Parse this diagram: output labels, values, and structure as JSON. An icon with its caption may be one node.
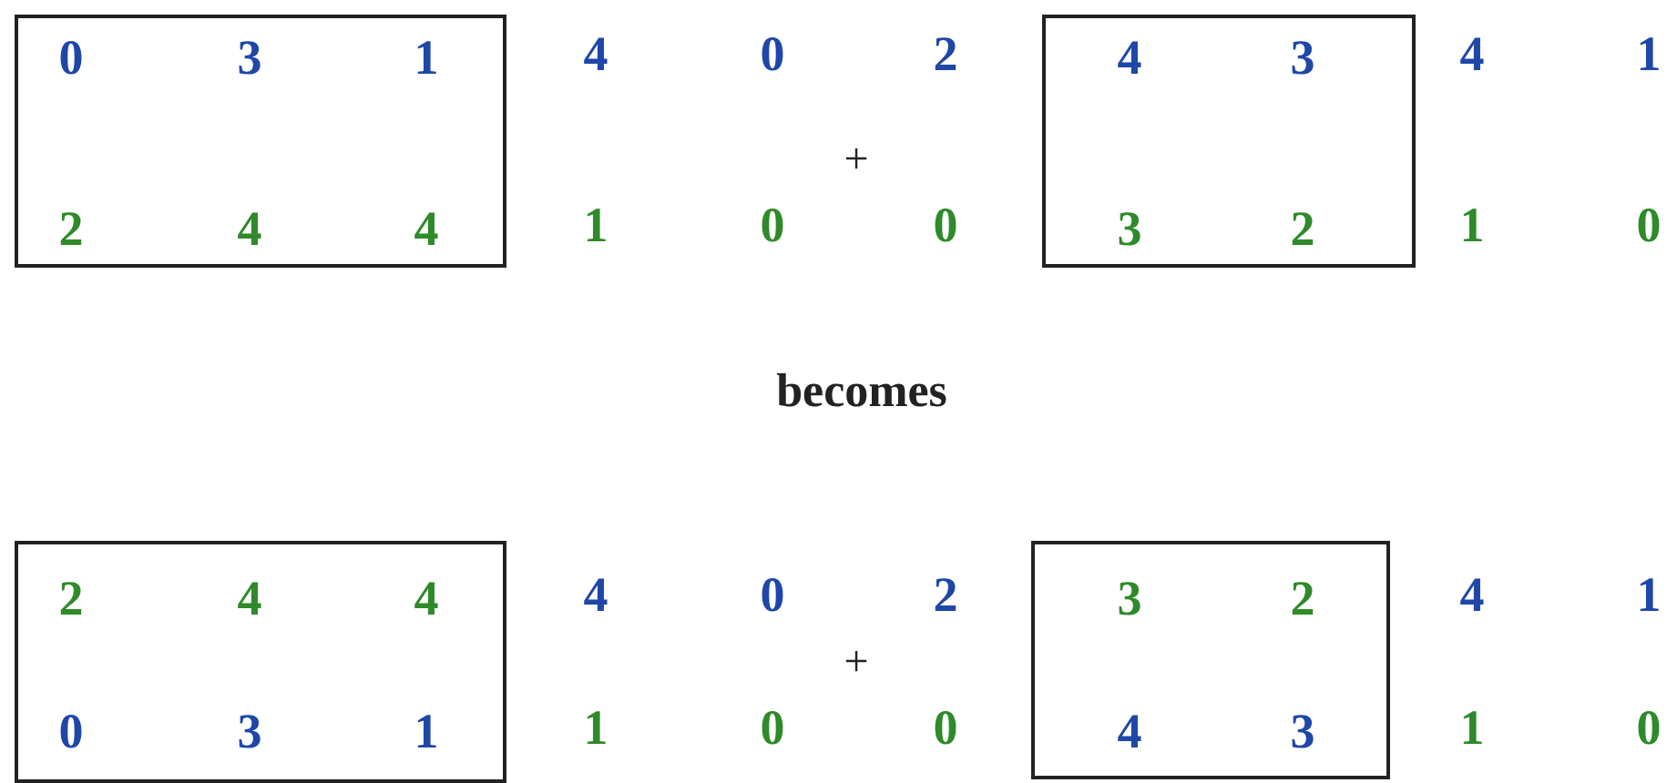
{
  "diagram": {
    "nodes": [
      {
        "text": [
          "0",
          "3",
          "1",
          "2",
          "4",
          "4"
        ]
      },
      {
        "text": [
          "4",
          "3",
          "3",
          "2"
        ]
      },
      {
        "text": [
          "2",
          "4",
          "4",
          "0",
          "3",
          "1"
        ]
      },
      {
        "text": [
          "3",
          "2",
          "4",
          "3"
        ]
      }
    ],
    "labels": [
      "4",
      "0",
      "2",
      "4",
      "1",
      "+",
      "1",
      "0",
      "0",
      "1",
      "0",
      "becomes",
      "4",
      "0",
      "2",
      "4",
      "1",
      "+",
      "1",
      "0",
      "0",
      "1",
      "0"
    ]
  }
}
